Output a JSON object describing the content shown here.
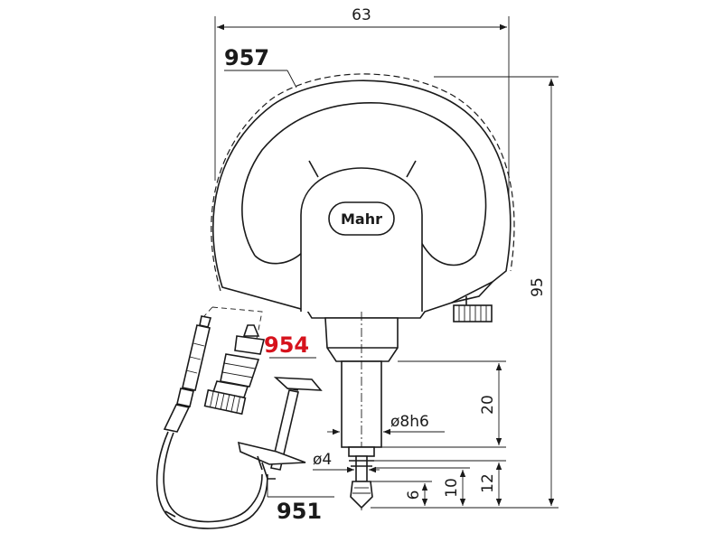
{
  "parts": {
    "p957": "957",
    "p954": "954",
    "p951": "951"
  },
  "logo": "Mahr",
  "dimensions": {
    "width_top": "63",
    "height_total": "95",
    "stem_20": "20",
    "stem_diameter": "ø8h6",
    "tip_diameter": "ø4",
    "dim_12": "12",
    "dim_10": "10",
    "dim_6": "6"
  },
  "colors": {
    "highlight": "#d6121c",
    "line": "#1a1a1a"
  }
}
